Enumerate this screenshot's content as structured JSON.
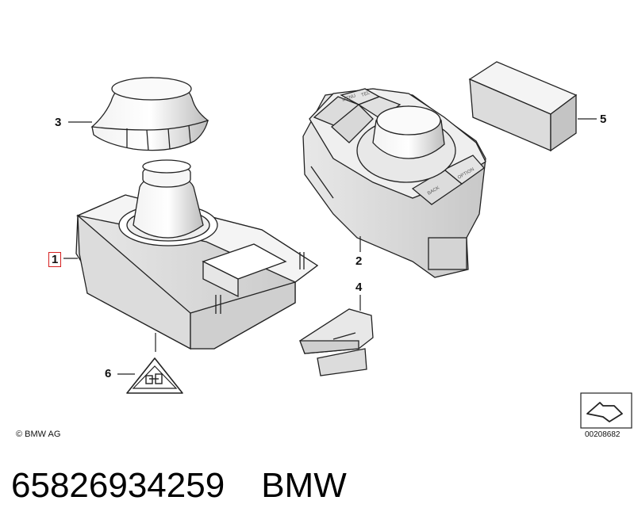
{
  "callouts": {
    "c1": "1",
    "c2": "2",
    "c3": "3",
    "c4": "4",
    "c5": "5",
    "c6": "6"
  },
  "buttons": {
    "menu": "MENU",
    "tel": "TEL",
    "back": "BACK",
    "option": "OPTION"
  },
  "footer": {
    "copyright": "© BMW AG",
    "reference": "00208682",
    "part_number": "65826934259",
    "brand": "BMW"
  },
  "colors": {
    "highlight_box": "#d62020",
    "line": "#222222"
  }
}
